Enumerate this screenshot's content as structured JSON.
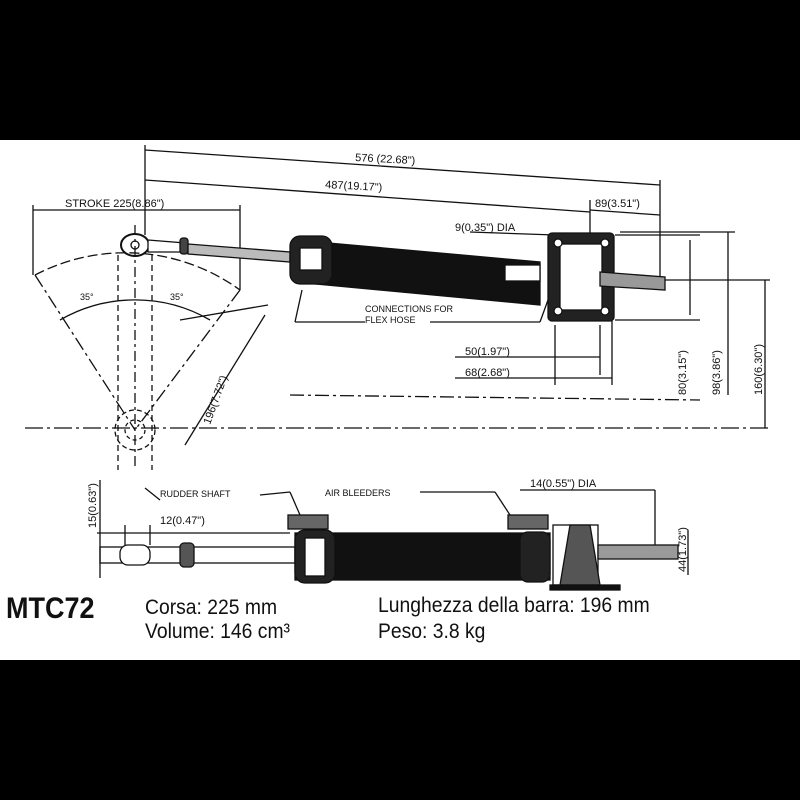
{
  "drawing": {
    "dim_total": "576 (22.68\")",
    "dim_body": "487(19.17\")",
    "dim_mount_offset": "89(3.51\")",
    "stroke": "STROKE 225(8.86\")",
    "hole_dia": "9(0.35\") DIA",
    "angle_left": "35°",
    "angle_right": "35°",
    "tiller_length": "196(7.72\")",
    "connections_line1": "CONNECTIONS FOR",
    "connections_line2": "FLEX HOSE",
    "cyl_mark_1": "MTC",
    "cyl_mark_2": "72",
    "dim_50": "50(1.97\")",
    "dim_68": "68(2.68\")",
    "dim_80": "80(3.15\")",
    "dim_98": "98(3.86\")",
    "dim_160": "160(6.30\")",
    "rudder_shaft": "RUDDER SHAFT",
    "air_bleeders": "AIR BLEEDERS",
    "dim_14": "14(0.55\") DIA",
    "dim_12": "12(0.47\")",
    "dim_15": "15(0.63\")",
    "dim_44": "44(1.73\")"
  },
  "specs": {
    "model": "MTC72",
    "corsa": "Corsa: 225 mm",
    "volume": "Volume: 146 cm³",
    "lunghezza": "Lunghezza della barra: 196 mm",
    "peso": "Peso: 3.8 kg"
  }
}
